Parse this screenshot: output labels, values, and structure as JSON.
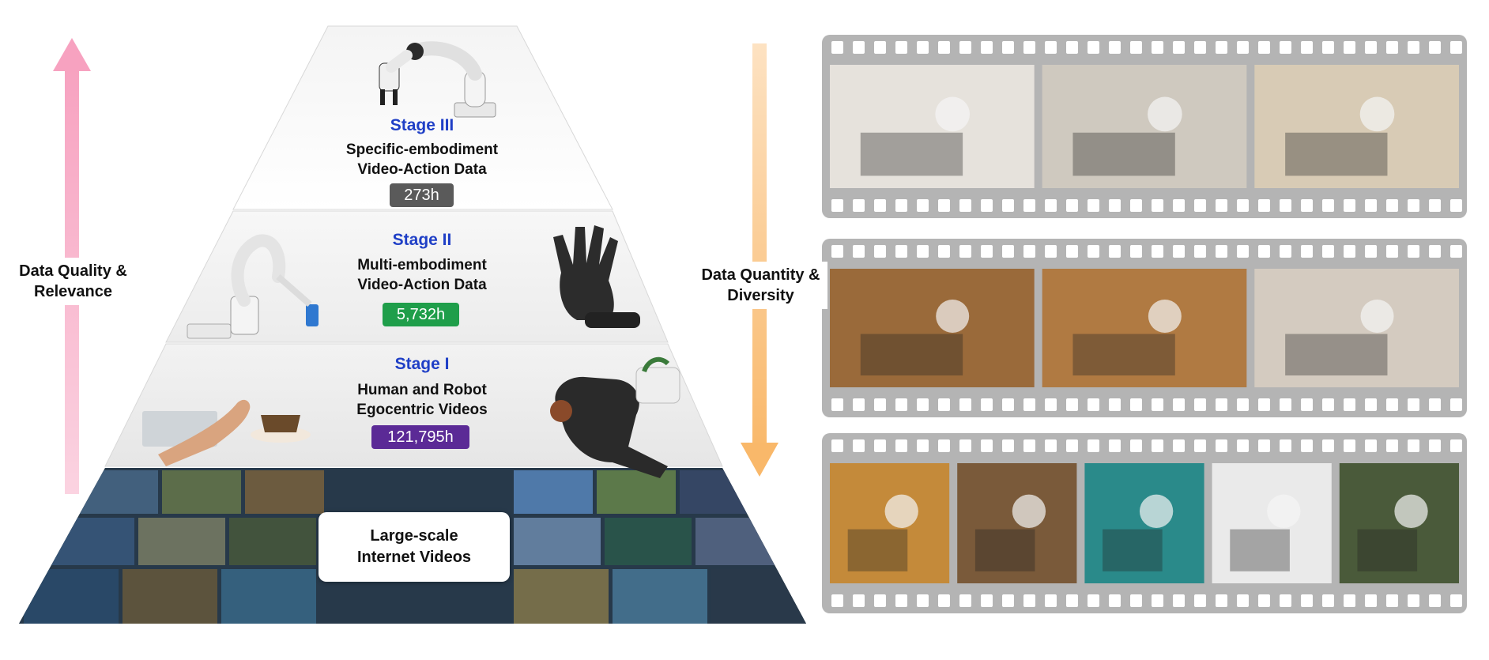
{
  "left_axis": {
    "label_line1": "Data Quality &",
    "label_line2": "Relevance",
    "arrow_color": "#f7a8c4"
  },
  "right_axis": {
    "label_line1": "Data Quantity &",
    "label_line2": "Diversity",
    "arrow_color": "#f9c07a"
  },
  "pyramid": {
    "stages": [
      {
        "title": "Stage III",
        "desc_line1": "Specific-embodiment",
        "desc_line2": "Video-Action Data",
        "hours": "273h",
        "badge_color": "#5a5a5a",
        "images": [
          "robot-arm-icon"
        ]
      },
      {
        "title": "Stage II",
        "desc_line1": "Multi-embodiment",
        "desc_line2": "Video-Action Data",
        "hours": "5,732h",
        "badge_color": "#1f9e4a",
        "images": [
          "robot-arm-icon",
          "robot-hand-icon"
        ]
      },
      {
        "title": "Stage I",
        "desc_line1": "Human and Robot",
        "desc_line2": "Egocentric Videos",
        "hours": "121,795h",
        "badge_color": "#5b2a96",
        "images": [
          "human-hand-icon",
          "robot-hand-icon"
        ]
      }
    ],
    "base": {
      "line1": "Large-scale",
      "line2": "Internet Videos"
    }
  },
  "filmstrips": [
    {
      "frames": 3,
      "color": "#b4b4b4"
    },
    {
      "frames": 3,
      "color": "#b4b4b4"
    },
    {
      "frames": 5,
      "color": "#b4b4b4"
    }
  ]
}
